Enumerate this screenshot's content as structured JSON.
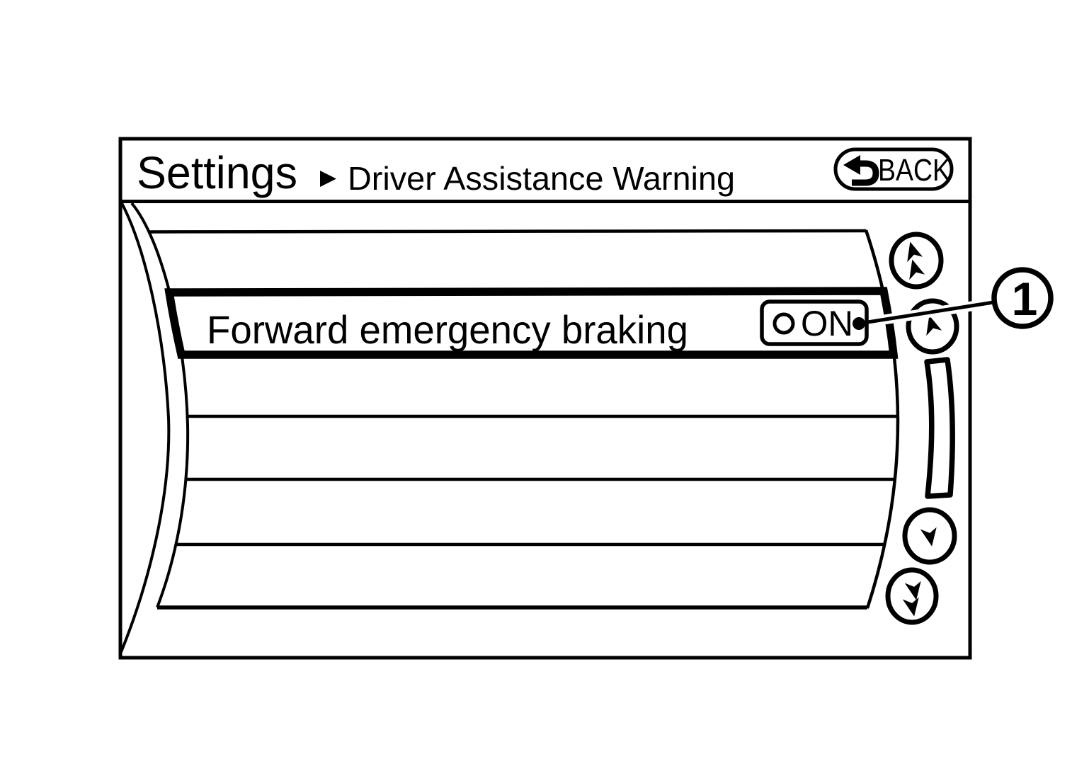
{
  "header": {
    "title": "Settings",
    "breadcrumb_icon": "right-triangle-arrow",
    "subtitle": "Driver Assistance Warning",
    "back_button": {
      "label": "BACK",
      "icon": "return-arrow"
    }
  },
  "list": {
    "rows": [
      {
        "label": "",
        "selected": false
      },
      {
        "label": "Forward emergency braking",
        "selected": true,
        "toggle": {
          "state": "ON",
          "indicator_icon": "circle-indicator"
        }
      },
      {
        "label": "",
        "selected": false
      },
      {
        "label": "",
        "selected": false
      },
      {
        "label": "",
        "selected": false
      },
      {
        "label": "",
        "selected": false
      }
    ]
  },
  "scroll_controls": {
    "buttons": [
      {
        "name": "page-up",
        "icon": "double-up-arrow"
      },
      {
        "name": "up",
        "icon": "up-arrow"
      },
      {
        "name": "down",
        "icon": "down-arrow"
      },
      {
        "name": "page-down",
        "icon": "double-down-arrow"
      }
    ],
    "scrollbar": "curved-track"
  },
  "callout": {
    "number": "1"
  },
  "colors": {
    "ink": "#000000",
    "background": "#ffffff"
  }
}
